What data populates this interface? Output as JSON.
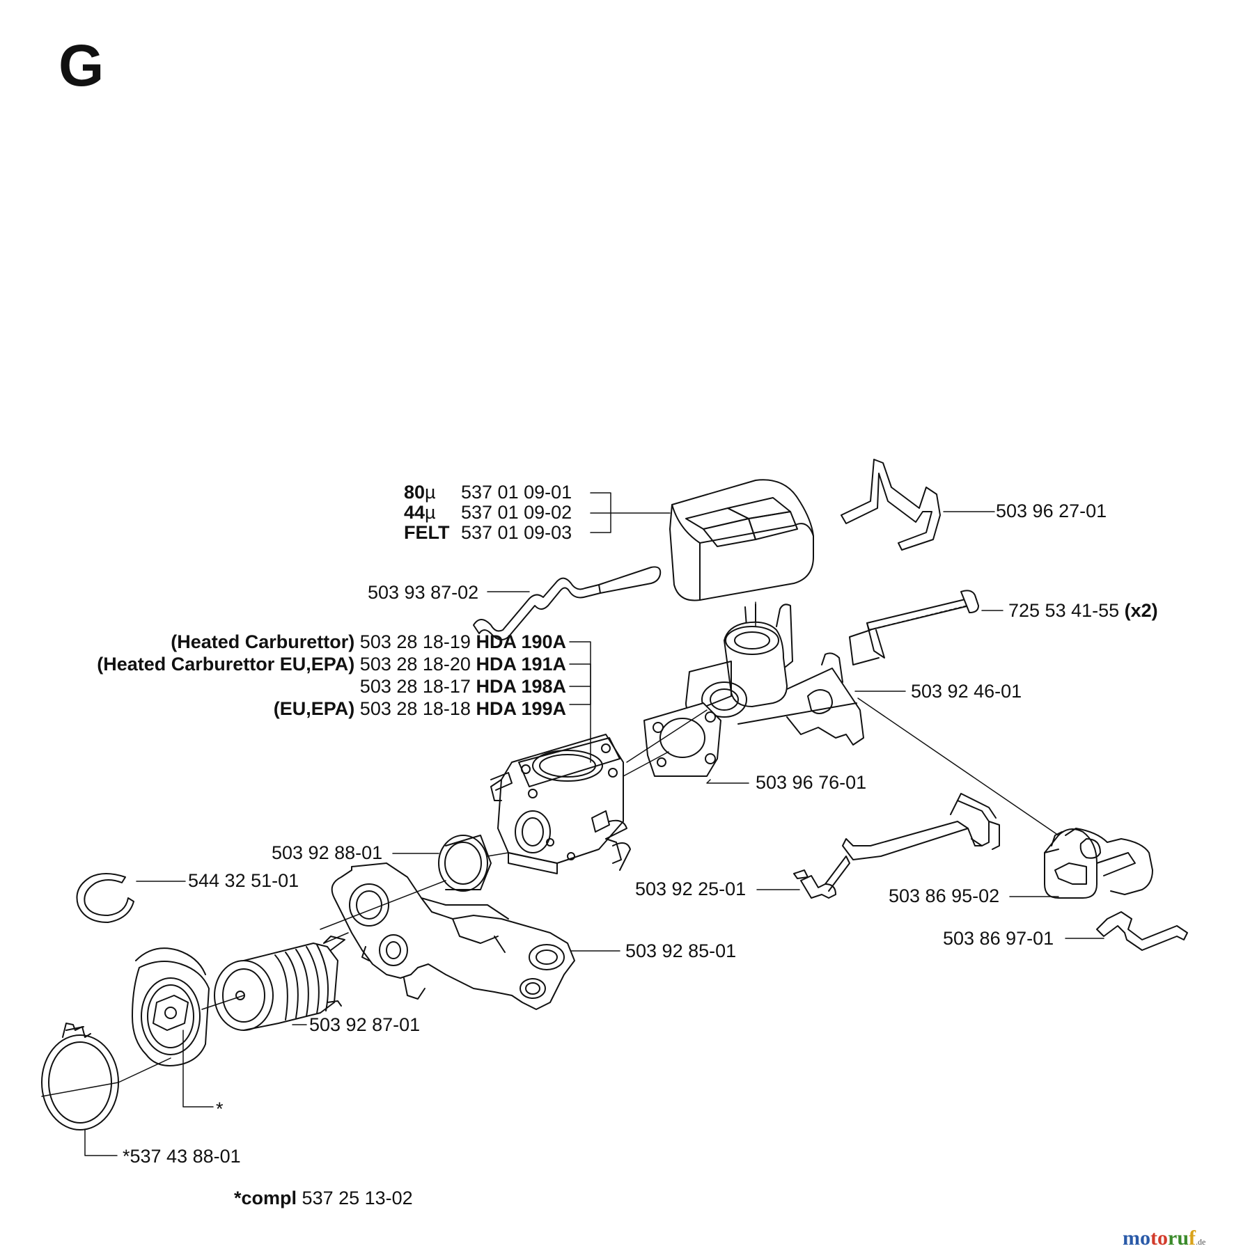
{
  "section_letter": "G",
  "filter": {
    "grade_80": "80",
    "grade_44": "44",
    "grade_felt": "FELT",
    "unit": "µ",
    "part_80": "537 01 09-01",
    "part_44": "537 01 09-02",
    "part_felt": "537 01 09-03"
  },
  "parts": {
    "spring_top": "503 96 27-01",
    "wire_rod": "503 93 87-02",
    "screw": "725 53 41-55",
    "screw_qty": "(x2)",
    "boot": "503 92 46-01",
    "gasket": "503 96 76-01",
    "ring": "503 92 88-01",
    "circlip": "544 32 51-01",
    "throttle_rod": "503 92 25-01",
    "bracket": "503 86 95-02",
    "clip": "503 86 97-01",
    "intake": "503 92 85-01",
    "bellows": "503 92 87-01",
    "star": "*",
    "clamp": "*537 43 88-01"
  },
  "carburettor": [
    {
      "note": "(Heated Carburettor)",
      "part": "503 28 18-19",
      "model": "HDA 190A"
    },
    {
      "note": "(Heated Carburettor EU,EPA)",
      "part": "503 28 18-20",
      "model": "HDA 191A"
    },
    {
      "note": "",
      "part": "503 28 18-17",
      "model": "HDA 198A"
    },
    {
      "note": "(EU,EPA)",
      "part": "503 28 18-18",
      "model": "HDA 199A"
    }
  ],
  "compl": {
    "label": "*compl",
    "part": "537 25 13-02"
  },
  "watermark": {
    "t1": "mo",
    "t2": "to",
    "t3": "ru",
    "t4": "f",
    "domain": ".de"
  }
}
